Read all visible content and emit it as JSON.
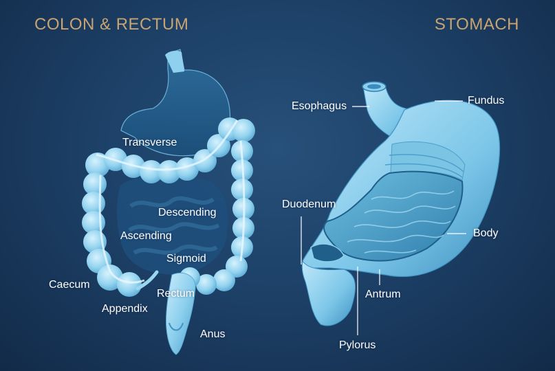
{
  "titles": {
    "left": "COLON & RECTUM",
    "right": "STOMACH"
  },
  "colon_labels": {
    "transverse": "Transverse",
    "descending": "Descending",
    "ascending": "Ascending",
    "sigmoid": "Sigmoid",
    "caecum": "Caecum",
    "rectum": "Rectum",
    "appendix": "Appendix",
    "anus": "Anus"
  },
  "stomach_labels": {
    "esophagus": "Esophagus",
    "fundus": "Fundus",
    "duodenum": "Duodenum",
    "body": "Body",
    "antrum": "Antrum",
    "pylorus": "Pylorus"
  },
  "colors": {
    "title": "#c9a472",
    "organ_light": "#a9dcf2",
    "organ_mid": "#6fbfe3",
    "organ_dark": "#3d8fbf",
    "stomach_dark": "#1f5f8a",
    "background": "#1d4168"
  }
}
